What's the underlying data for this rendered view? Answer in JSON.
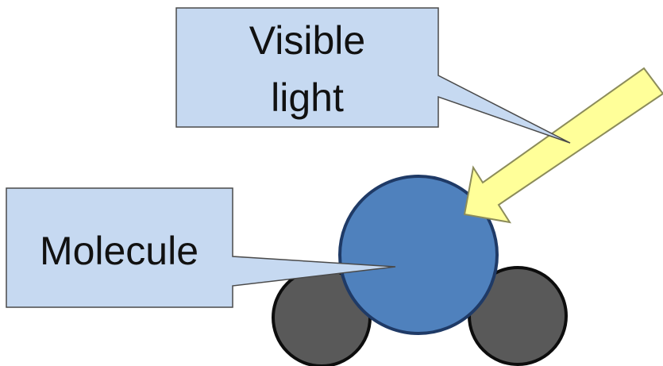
{
  "callouts": {
    "visible_light": {
      "line1": "Visible",
      "line2": "light"
    },
    "molecule": {
      "label": "Molecule"
    }
  },
  "colors": {
    "callout_fill": "#c6d9f1",
    "callout_stroke": "#4a4a4a",
    "center_atom_fill": "#4f81bd",
    "center_atom_stroke": "#1f3a66",
    "side_atom_fill": "#595959",
    "side_atom_stroke": "#0d0d0d",
    "arrow_fill": "#ffff99",
    "arrow_stroke": "#8c8c5a"
  },
  "icons": {
    "light_arrow": "arrow-icon"
  }
}
